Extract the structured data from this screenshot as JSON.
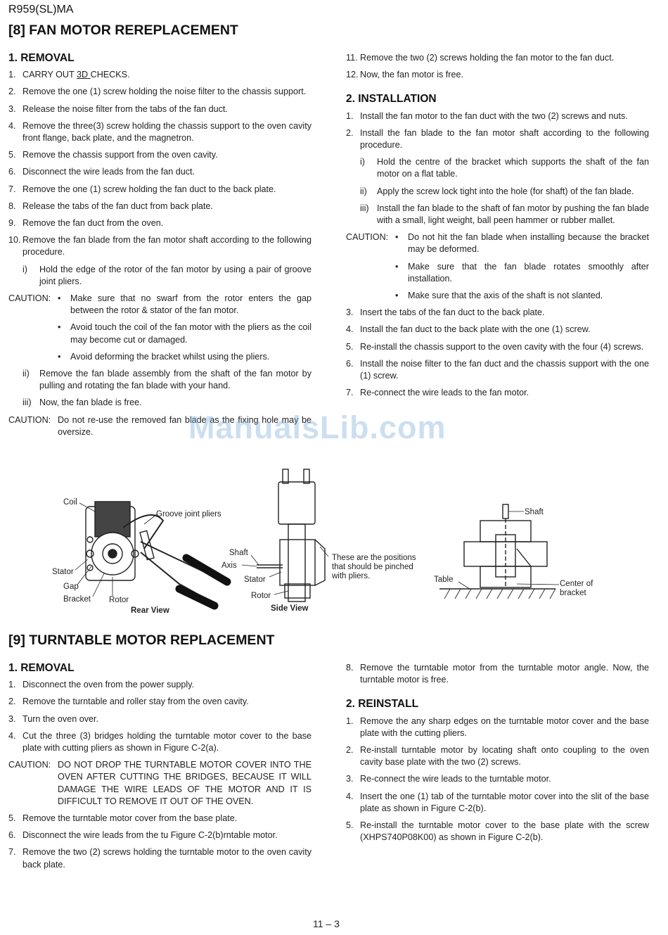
{
  "header": {
    "model": "R959(SL)MA"
  },
  "section8": {
    "title": "[8] FAN MOTOR REREPLACEMENT",
    "removal": {
      "heading": "1. REMOVAL",
      "steps": [
        {
          "n": "1.",
          "pre": "CARRY OUT ",
          "u": "3D ",
          "post": "CHECKS."
        },
        {
          "n": "2.",
          "t": "Remove the one (1) screw holding the noise filter to the chassis support."
        },
        {
          "n": "3.",
          "t": "Release the noise filter from the tabs of the fan duct."
        },
        {
          "n": "4.",
          "t": "Remove the three(3) screw holding the chassis support to the oven cavity front flange, back plate, and the magnetron."
        },
        {
          "n": "5.",
          "t": "Remove the chassis support from the oven cavity."
        },
        {
          "n": "6.",
          "t": "Disconnect the wire leads from the fan duct."
        },
        {
          "n": "7.",
          "t": "Remove the one (1) screw holding the fan duct to the back plate."
        },
        {
          "n": "8.",
          "t": "Release the tabs of the fan duct from back plate."
        },
        {
          "n": "9.",
          "t": "Remove the fan duct from the oven."
        },
        {
          "n": "10.",
          "t": "Remove the fan blade from the fan motor shaft according to the following procedure."
        }
      ],
      "sub_i": {
        "n": "i)",
        "t": "Hold the edge of the rotor of the fan motor by using a pair of groove joint pliers."
      },
      "caution1": {
        "label": "CAUTION:",
        "bullets": [
          "Make sure that no swarf from the rotor enters the gap between the rotor & stator of the fan motor.",
          "Avoid touch the coil of the fan motor with the pliers as the coil may become cut or damaged.",
          "Avoid deforming the bracket whilst using the pliers."
        ]
      },
      "sub_ii": {
        "n": "ii)",
        "t": "Remove the fan blade assembly from the shaft of the fan motor by pulling and rotating the fan blade with your hand."
      },
      "sub_iii": {
        "n": "iii)",
        "t": "Now, the fan blade is free."
      },
      "caution2": {
        "label": "CAUTION:",
        "t": "Do not re-use the removed fan blade as the fixing hole may be oversize."
      },
      "steps_b": [
        {
          "n": "11.",
          "t": "Remove the two (2) screws holding the fan motor to the fan duct."
        },
        {
          "n": "12.",
          "t": "Now, the fan motor is free."
        }
      ]
    },
    "installation": {
      "heading": "2. INSTALLATION",
      "steps_a": [
        {
          "n": "1.",
          "t": "Install the fan motor to the fan duct with the two (2) screws and nuts."
        },
        {
          "n": "2.",
          "t": "Install the fan blade to the fan motor shaft according to the following procedure."
        }
      ],
      "subs": [
        {
          "n": "i)",
          "t": "Hold the centre of the bracket which supports the shaft of the fan motor on a flat table."
        },
        {
          "n": "ii)",
          "t": "Apply the screw lock tight into the hole (for shaft) of the fan blade."
        },
        {
          "n": "iii)",
          "t": "Install the fan blade to the shaft of fan motor by pushing the fan blade with a small, light weight, ball peen hammer or rubber mallet."
        }
      ],
      "caution": {
        "label": "CAUTION:",
        "bullets": [
          "Do not hit the fan blade when installing because the bracket may be deformed.",
          "Make sure that the fan blade rotates smoothly after installation.",
          "Make sure that the axis of the shaft is not slanted."
        ]
      },
      "steps_b": [
        {
          "n": "3.",
          "t": "Insert the tabs of the fan duct to the back plate."
        },
        {
          "n": "4.",
          "t": "Install the fan duct to the back plate with the one (1) screw."
        },
        {
          "n": "5.",
          "t": "Re-install the chassis support to the oven cavity with the four (4) screws."
        },
        {
          "n": "6.",
          "t": "Install the noise filter to the fan duct and the chassis support with the one (1) screw."
        },
        {
          "n": "7.",
          "t": "Re-connect the wire leads to the fan motor."
        }
      ]
    },
    "figure": {
      "rear": {
        "coil": "Coil",
        "pliers": "Groove joint pliers",
        "stator": "Stator",
        "gap": "Gap",
        "bracket": "Bracket",
        "rotor": "Rotor",
        "caption": "Rear View"
      },
      "side": {
        "shaft": "Shaft",
        "axis": "Axis",
        "stator": "Stator",
        "rotor": "Rotor",
        "caption": "Side View",
        "note1": "These are the positions",
        "note2": "that should be pinched",
        "note3": "with pliers."
      },
      "bracket": {
        "shaft": "Shaft",
        "table": "Table",
        "center1": "Center of",
        "center2": "bracket"
      }
    }
  },
  "section9": {
    "title": "[9] TURNTABLE MOTOR REPLACEMENT",
    "removal": {
      "heading": "1. REMOVAL",
      "steps_a": [
        {
          "n": "1.",
          "t": "Disconnect the oven from the power supply."
        },
        {
          "n": "2.",
          "t": "Remove the turntable and roller stay from the oven cavity."
        },
        {
          "n": "3.",
          "t": "Turn the oven over."
        },
        {
          "n": "4.",
          "t": "Cut the three (3) bridges holding the turntable motor cover to the base plate with cutting pliers as shown in Figure C-2(a)."
        }
      ],
      "caution": {
        "label": "CAUTION:",
        "t": "DO NOT DROP THE TURNTABLE MOTOR COVER INTO THE OVEN AFTER CUTTING THE BRIDGES, BECAUSE IT WILL DAMAGE THE WIRE LEADS OF THE MOTOR AND IT IS DIFFICULT TO REMOVE IT OUT OF THE OVEN."
      },
      "steps_b": [
        {
          "n": "5.",
          "t": "Remove the turntable motor cover from the base plate."
        },
        {
          "n": "6.",
          "t": "Disconnect the wire leads from the tu Figure C-2(b)rntable motor."
        },
        {
          "n": "7.",
          "t": "Remove the two (2) screws holding the turntable motor to the oven cavity back plate."
        },
        {
          "n": "8.",
          "t": "Remove the turntable motor from the turntable motor angle. Now, the turntable motor is free."
        }
      ]
    },
    "reinstall": {
      "heading": "2. REINSTALL",
      "steps": [
        {
          "n": "1.",
          "t": "Remove the any sharp edges on the turntable motor cover and the base plate with the cutting pliers."
        },
        {
          "n": "2.",
          "t": "Re-install turntable motor by locating shaft onto coupling to the oven cavity base plate with the two (2) screws."
        },
        {
          "n": "3.",
          "t": "Re-connect the wire leads to the turntable motor."
        },
        {
          "n": "4.",
          "t": "Insert the one (1) tab of the turntable motor cover into the slit of the base plate as shown in Figure C-2(b)."
        },
        {
          "n": "5.",
          "t": "Re-install the turntable motor cover to the base plate with the screw (XHPS740P08K00) as shown in Figure C-2(b)."
        }
      ]
    }
  },
  "watermark": "ManualsLib.com",
  "footer": {
    "page": "11 – 3"
  }
}
